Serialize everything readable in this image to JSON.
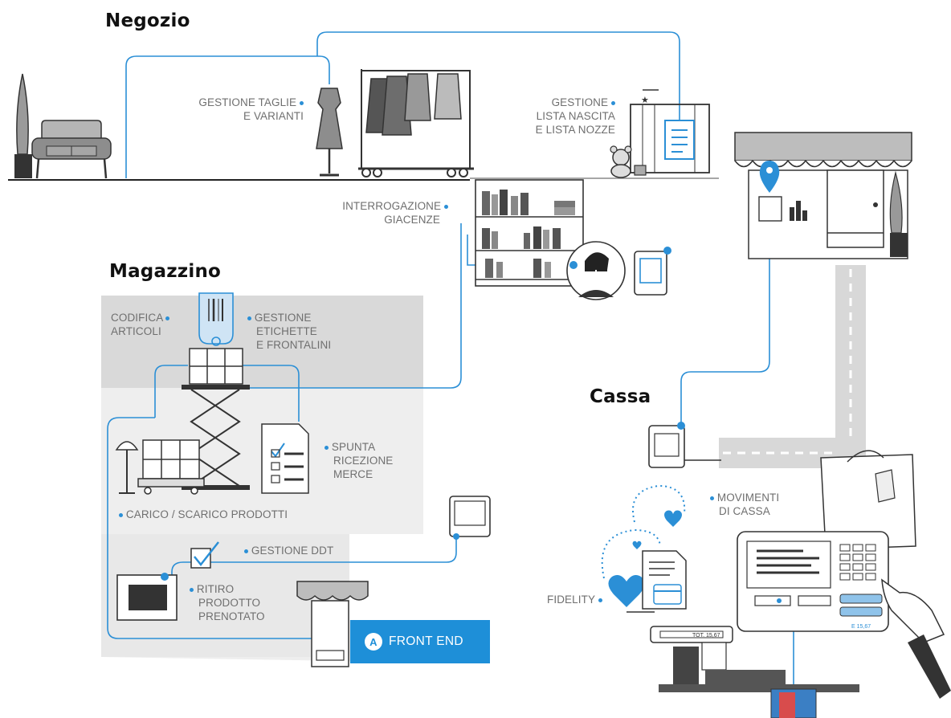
{
  "sections": {
    "negozio": "Negozio",
    "magazzino": "Magazzino",
    "cassa": "Cassa"
  },
  "labels": {
    "taglie": [
      "GESTIONE TAGLIE",
      "E VARIANTI"
    ],
    "lista": [
      "GESTIONE",
      "LISTA NASCITA",
      "E LISTA NOZZE"
    ],
    "giacenze": [
      "INTERROGAZIONE",
      "GIACENZE"
    ],
    "codifica": [
      "CODIFICA",
      "ARTICOLI"
    ],
    "etichette": [
      "GESTIONE",
      "ETICHETTE",
      "E FRONTALINI"
    ],
    "spunta": [
      "SPUNTA",
      "RICEZIONE",
      "MERCE"
    ],
    "carico": "CARICO / SCARICO PRODOTTI",
    "ddt": "GESTIONE DDT",
    "ritiro": [
      "RITIRO",
      "PRODOTTO",
      "PRENOTATO"
    ],
    "movimenti": [
      "MOVIMENTI",
      "DI CASSA"
    ],
    "fidelity": "FIDELITY"
  },
  "front_end": {
    "badge": "A",
    "label": "FRONT END"
  },
  "register_text": {
    "display": "TOT. 15,67",
    "small": "E 15,67"
  },
  "colors": {
    "accent": "#2b8fd6",
    "line_dark": "#222222",
    "furniture": "#8e8e8e",
    "panel_gray": "#d9d9d9",
    "panel_light": "#efefef"
  },
  "icons": [
    "sofa-icon",
    "plant-icon",
    "mannequin-icon",
    "clothes-rack-icon",
    "crib-icon",
    "teddy-bear-icon",
    "clipboard-icon",
    "bookshelf-icon",
    "shop-assistant-icon",
    "tablet-icon",
    "storefront-icon",
    "location-pin-icon",
    "barcode-scanner-icon",
    "boxes-icon",
    "scissor-lift-icon",
    "checklist-icon",
    "lamp-icon",
    "computer-icon",
    "check-icon",
    "kiosk-icon",
    "shopping-bag-icon",
    "heart-icon",
    "receipt-icon",
    "cash-register-icon",
    "hand-pointer-icon",
    "card-reader-icon"
  ]
}
